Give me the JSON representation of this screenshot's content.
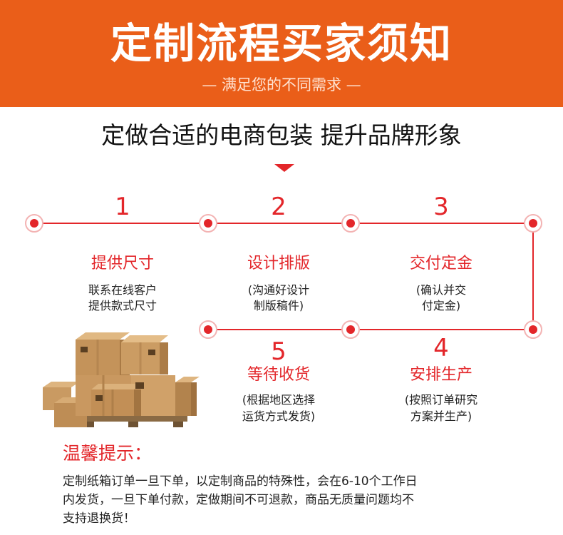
{
  "banner": {
    "title": "定制流程买家须知",
    "subtitle": "— 满足您的不同需求 —",
    "color": "#ea5e19"
  },
  "headline": "定做合适的电商包装 提升品牌形象",
  "accent_color": "#e3262a",
  "steps": [
    {
      "number": "1",
      "title": "提供尺寸",
      "desc_line1": "联系在线客户",
      "desc_line2": "提供款式尺寸"
    },
    {
      "number": "2",
      "title": "设计排版",
      "desc_line1": "(沟通好设计",
      "desc_line2": "制版稿件)"
    },
    {
      "number": "3",
      "title": "交付定金",
      "desc_line1": "(确认并交",
      "desc_line2": "付定金)"
    },
    {
      "number": "4",
      "title": "安排生产",
      "desc_line1": "(按照订单研究",
      "desc_line2": "方案并生产)"
    },
    {
      "number": "5",
      "title": "等待收货",
      "desc_line1": "(根据地区选择",
      "desc_line2": "运货方式发货)"
    }
  ],
  "image_alt": "stacked cardboard boxes on pallet",
  "tip": {
    "title": "温馨提示：",
    "line1": "定制纸箱订单一旦下单，以定制商品的特殊性，会在6-10个工作日",
    "line2": "内发货，一旦下单付款，定做期间不可退款，商品无质量问题均不",
    "line3": "支持退换货！"
  }
}
